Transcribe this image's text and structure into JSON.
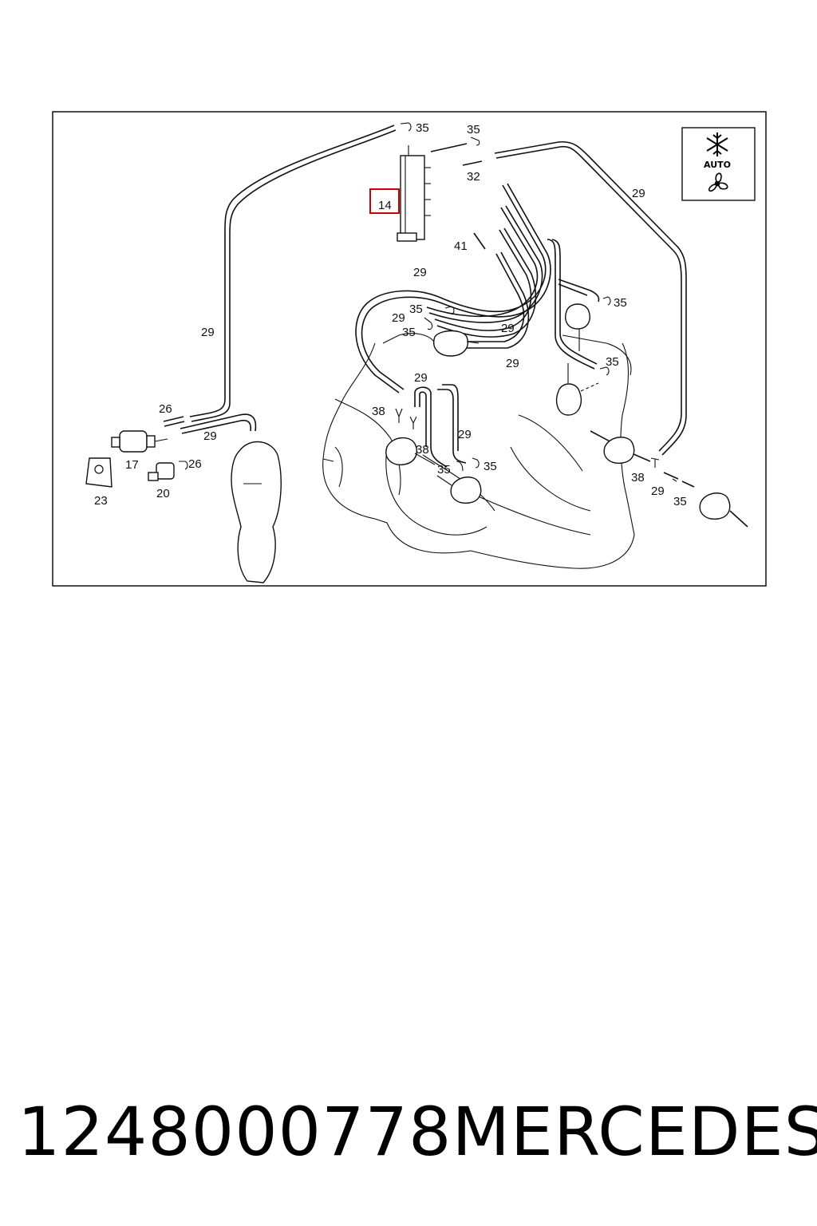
{
  "diagram": {
    "callouts": {
      "c14": "14",
      "c17": "17",
      "c20": "20",
      "c23": "23",
      "c26a": "26",
      "c26b": "26",
      "c29a": "29",
      "c29b": "29",
      "c29c": "29",
      "c29d": "29",
      "c29e": "29",
      "c29f": "29",
      "c29g": "29",
      "c29h": "29",
      "c29i": "29",
      "c29j": "29",
      "c32": "32",
      "c35a": "35",
      "c35b": "35",
      "c35c": "35",
      "c35d": "35",
      "c35e": "35",
      "c35f": "35",
      "c35g": "35",
      "c35h": "35",
      "c38a": "38",
      "c38b": "38",
      "c38c": "38",
      "c41": "41"
    },
    "badge": {
      "label": "AUTO",
      "icons": [
        "snowflake-icon",
        "fan-icon"
      ]
    },
    "highlight_color": "#cc0000"
  },
  "footer": {
    "part_number": "1248000778",
    "brand": "MERCEDES"
  }
}
